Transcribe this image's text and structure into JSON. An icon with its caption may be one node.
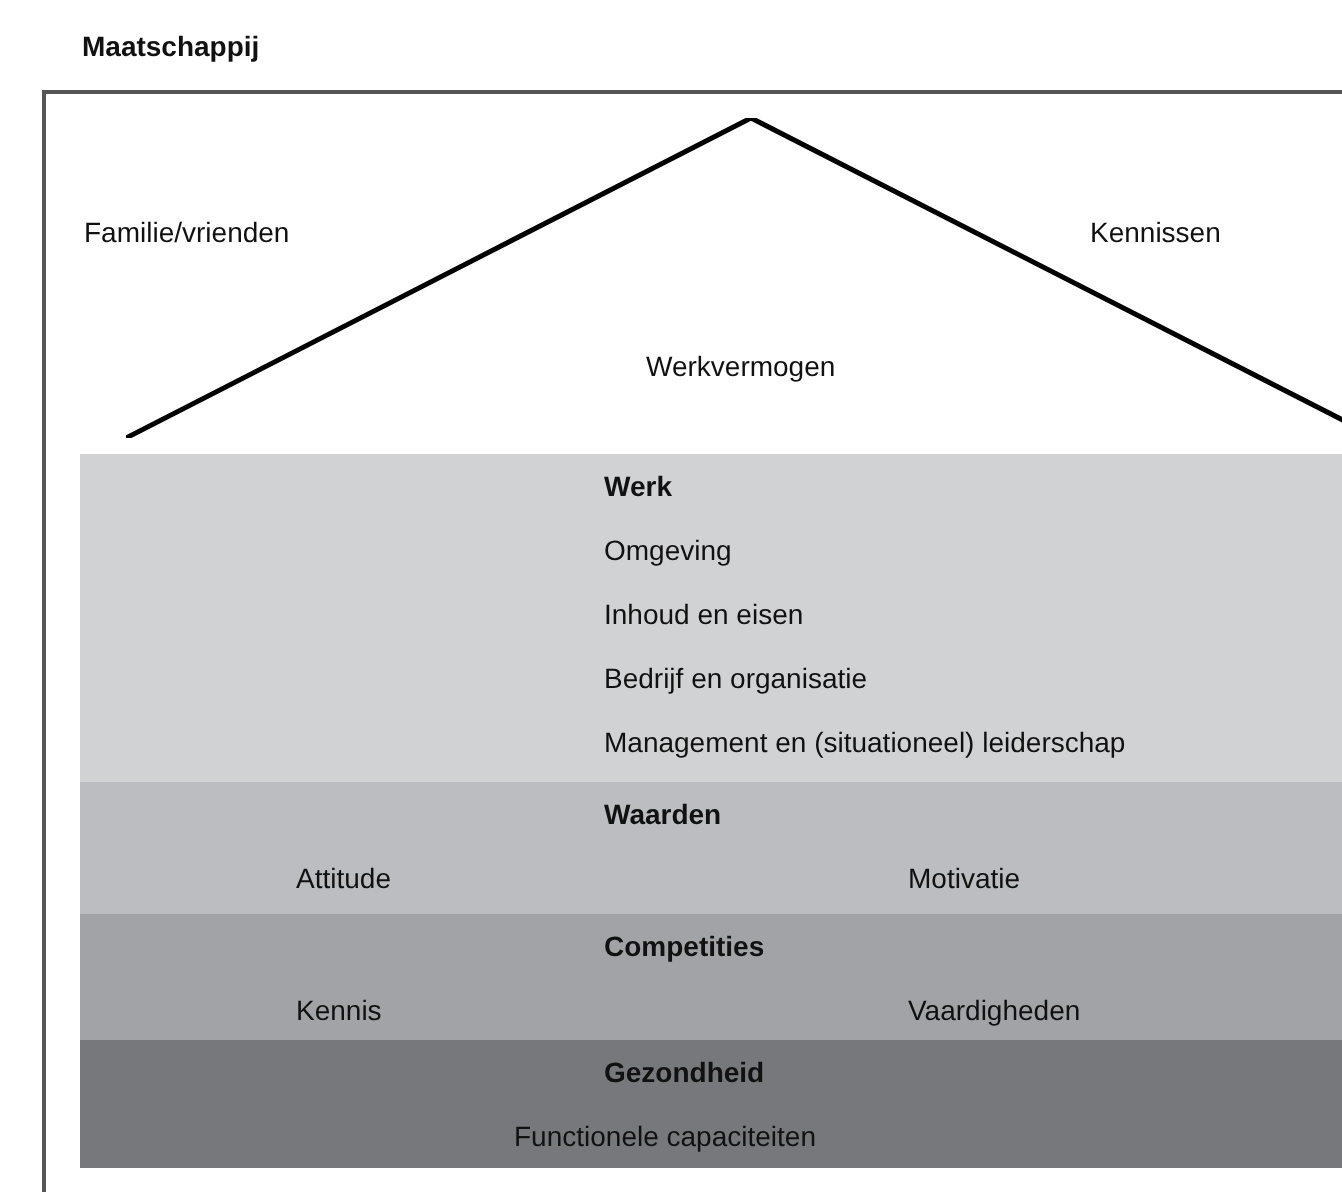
{
  "diagram": {
    "nodes": [
      {
        "text": [
          "Maatschappij"
        ]
      },
      {
        "text": [
          "Werkvermogen"
        ],
        "in": 0
      },
      {
        "text": [
          "Werk",
          "Omgeving",
          "Inhoud en eisen",
          "Bedrijf en organisatie",
          "Management en (situationeel) leiderschap"
        ],
        "in": 0
      },
      {
        "text": [
          "Waarden",
          "Attitude",
          "Motivatie"
        ],
        "in": 0
      },
      {
        "text": [
          "Competities",
          "Kennis",
          "Vaardigheden"
        ],
        "in": 0
      },
      {
        "text": [
          "Gezondheid",
          "Functionele capaciteiten"
        ],
        "in": 0
      }
    ],
    "labels": [
      "Familie/vrienden",
      "Kennissen"
    ]
  }
}
